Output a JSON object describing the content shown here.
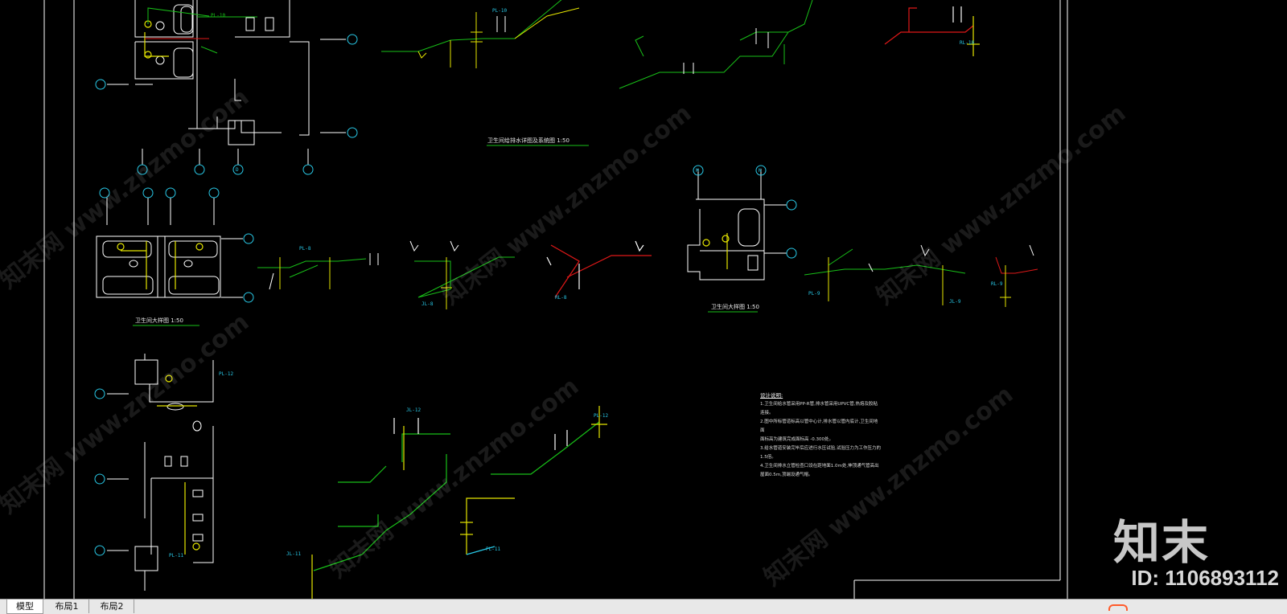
{
  "tabs": [
    {
      "label": "模型",
      "active": true
    },
    {
      "label": "布局1",
      "active": false
    },
    {
      "label": "布局2",
      "active": false
    }
  ],
  "watermark": {
    "brand": "知末",
    "id_text": "ID: 1106893112",
    "diagonal_text": "知末网 www.znzmo.com"
  },
  "drawing_titles": {
    "top": "卫生间给排水详图及系统图 1:50",
    "mid_left": "卫生间大样图 1:50",
    "mid_right": "卫生间大样图 1:50"
  },
  "notes": {
    "heading": "设计说明:",
    "lines": [
      "1.卫生间给水管采用PP-R管,排水管采用UPVC管,热熔及胶粘连接。",
      "2.图中所标管道标高以管中心计,排水管以管内底计,卫生间地面",
      "  面标高为建筑完成面标高            -0.300处。",
      "3.给水管道安装完毕后应进行水压试验,试验压力为工作压力的",
      "  1.5倍。",
      "4.卫生间排水立管检查口设在距地面1.0m处,伸顶通气管高出",
      "  屋面0.5m,顶端设通气帽。"
    ]
  },
  "pipe_labels": [
    "PL-10",
    "PL-10",
    "PL-11",
    "PL-11",
    "PL-12",
    "PL-12",
    "JL-8",
    "JL-9",
    "JL-11",
    "JL-12",
    "PL-8",
    "PL-9",
    "RL-8",
    "RL-9",
    "RL-10"
  ],
  "axis_markers": [
    "M",
    "N",
    "D",
    "F",
    "E",
    "G",
    "H",
    "J",
    "L",
    "K"
  ],
  "colors": {
    "background": "#000000",
    "walls": "#ffffff",
    "supply_pipe": "#18c018",
    "drain_pipe": "#e6e600",
    "hot_water_pipe": "#e01818",
    "labels": "#28c8e6",
    "tab_bar": "#e8e8e8"
  }
}
